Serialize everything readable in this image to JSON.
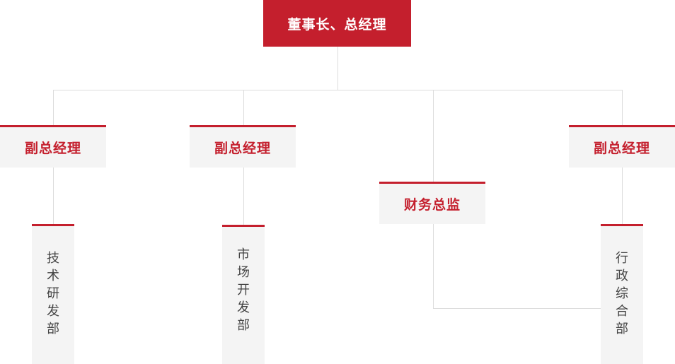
{
  "top": {
    "label": "董事长、总经理"
  },
  "level2": [
    {
      "label": "副总经理"
    },
    {
      "label": "副总经理"
    },
    {
      "label": "财务总监"
    },
    {
      "label": "副总经理"
    }
  ],
  "departments": [
    {
      "label": "技术研发部"
    },
    {
      "label": "市场开发部"
    },
    {
      "label": "行政综合部"
    }
  ],
  "colors": {
    "accent": "#c41f2d",
    "box_background": "#f4f4f4",
    "connector": "#dcdcdc",
    "department_text": "#444444"
  }
}
